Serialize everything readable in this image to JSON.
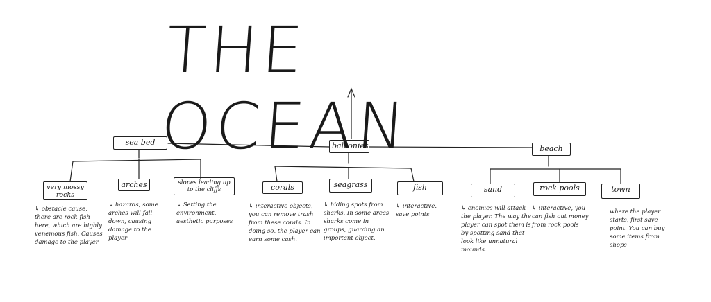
{
  "title": "THE OCEAN",
  "root_children": [
    {
      "label": "sea bed",
      "children": [
        {
          "label": "very mossy rocks",
          "note": "↳ obstacle cause, there are rock fish here, which are highly venemous fish. Causes damage to the player"
        },
        {
          "label": "arches",
          "note": "↳ hazards, some arches will fall down, causing damage to the player"
        },
        {
          "label": "slopes leading up to the cliffs",
          "note": "↳ Setting the environment, aesthetic purposes"
        }
      ]
    },
    {
      "label": "balconies",
      "children": [
        {
          "label": "corals",
          "note": "↳ interactive objects, you can remove trash from these corals. In doing so, the player can earn some cash."
        },
        {
          "label": "seagrass",
          "note": "↳ hiding spots from sharks. In some areas sharks come in groups, guarding an important object."
        },
        {
          "label": "fish",
          "note": "↳ interactive. save points"
        }
      ]
    },
    {
      "label": "beach",
      "children": [
        {
          "label": "sand",
          "note": "↳ enemies will attack the player. The way the player can spot them is by spotting sand that look like unnatural mounds."
        },
        {
          "label": "rock pools",
          "note": "↳ interactive, you can fish out money from rock pools"
        },
        {
          "label": "town",
          "note": "where the player starts, first save point. You can buy some items from shops"
        }
      ]
    }
  ]
}
